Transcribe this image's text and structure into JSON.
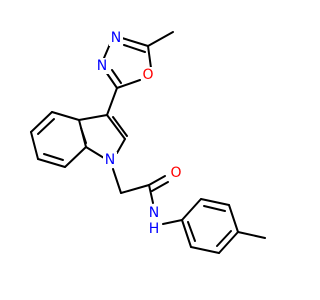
{
  "molecule": {
    "atoms": {
      "n_oxa_top": {
        "label": "N",
        "color": "#0000ff"
      },
      "n_oxa_left": {
        "label": "N",
        "color": "#0000ff"
      },
      "o_oxa": {
        "label": "O",
        "color": "#ff0000"
      },
      "n_indole": {
        "label": "N",
        "color": "#0000ff"
      },
      "o_amide": {
        "label": "O",
        "color": "#ff0000"
      },
      "nh_amide": {
        "label": "N",
        "color": "#0000ff"
      },
      "h_amide": {
        "label": "H",
        "color": "#0000ff"
      }
    }
  }
}
